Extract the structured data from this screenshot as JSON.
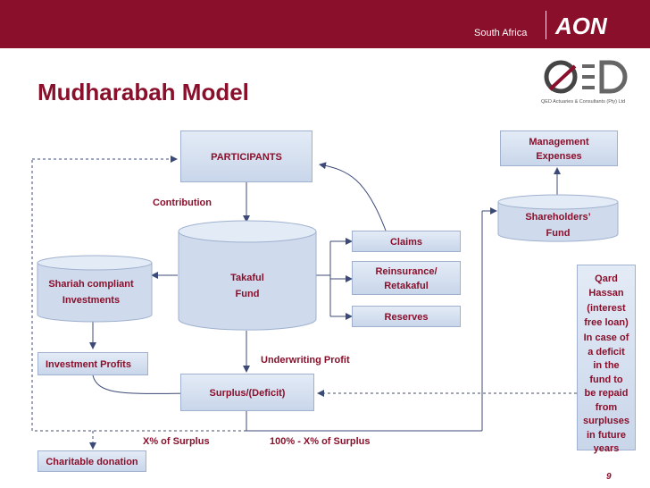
{
  "header": {
    "region": "South Africa",
    "brand_logo_text": "AON",
    "partner_logo_text": "QED Actuaries & Consultants (Pty) Ltd"
  },
  "slide": {
    "title": "Mudharabah Model",
    "page_number": "9"
  },
  "nodes": {
    "participants": "PARTICIPANTS",
    "management_expenses_1": "Management",
    "management_expenses_2": "Expenses",
    "shareholders_fund_1": "Shareholders’",
    "shareholders_fund_2": "Fund",
    "takaful_fund_1": "Takaful",
    "takaful_fund_2": "Fund",
    "shariah_investments_1": "Shariah compliant",
    "shariah_investments_2": "Investments",
    "claims": "Claims",
    "reinsurance_1": "Reinsurance/",
    "reinsurance_2": "Retakaful",
    "reserves": "Reserves",
    "investment_profits": "Investment Profits",
    "surplus_deficit": "Surplus/(Deficit)",
    "charitable_donation": "Charitable donation",
    "qard_hassan_lines": [
      "Qard",
      "Hassan",
      "(interest",
      "free loan)",
      "In case of",
      "a deficit",
      "in the",
      "fund to",
      "be repaid",
      "from",
      "surpluses",
      "in future",
      "years"
    ]
  },
  "labels": {
    "contribution": "Contribution",
    "underwriting_profit": "Underwriting Profit",
    "x_surplus": "X% of Surplus",
    "remaining_surplus": "100% - X% of Surplus"
  },
  "colors": {
    "brand": "#8a0f2b",
    "box_fill": "#d6e0ef",
    "arrow": "#3c4a78"
  }
}
